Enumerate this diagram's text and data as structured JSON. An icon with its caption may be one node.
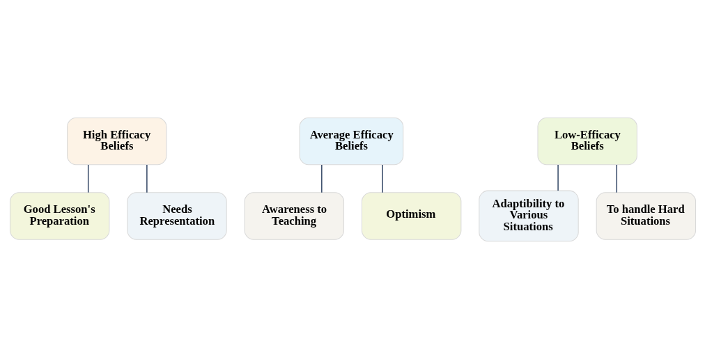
{
  "diagram": {
    "nodes": [
      {
        "text": [
          "High Efficacy Beliefs"
        ]
      },
      {
        "text": [
          "Good Lesson's Preparation"
        ]
      },
      {
        "text": [
          "Needs Representation"
        ]
      },
      {
        "text": [
          "Average Efficacy Beliefs"
        ]
      },
      {
        "text": [
          "Awareness to Teaching"
        ]
      },
      {
        "text": [
          "Optimism"
        ]
      },
      {
        "text": [
          "Low-Efficacy Beliefs"
        ]
      },
      {
        "text": [
          "Adaptibility to Various Situations"
        ]
      },
      {
        "text": [
          "To handle Hard Situations"
        ]
      }
    ],
    "edges": [
      {
        "from": 0,
        "to": 1,
        "arrow": "none"
      },
      {
        "from": 0,
        "to": 2,
        "arrow": "none"
      },
      {
        "from": 3,
        "to": 4,
        "arrow": "none"
      },
      {
        "from": 3,
        "to": 5,
        "arrow": "none"
      },
      {
        "from": 6,
        "to": 7,
        "arrow": "none"
      },
      {
        "from": 6,
        "to": 8,
        "arrow": "none"
      }
    ]
  }
}
